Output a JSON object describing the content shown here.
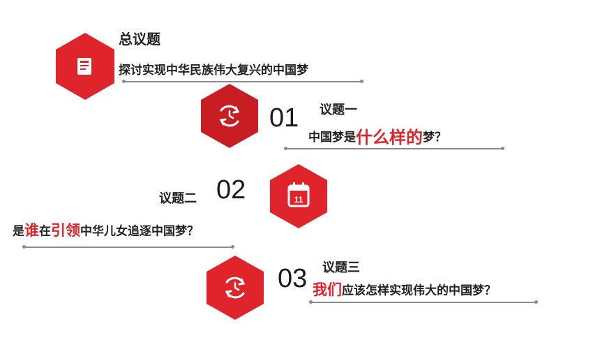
{
  "colors": {
    "accent": "#e0242b",
    "accent_dark": "#b5141c",
    "text": "#222222",
    "line": "#8a8a8a"
  },
  "main_topic": {
    "title": "总议题",
    "subtitle": "探讨实现中华民族伟大复兴的中国梦",
    "icon": "document-icon"
  },
  "topics": [
    {
      "number": "01",
      "label": "议题一",
      "question": {
        "pre": "中国梦是",
        "highlight": "什么样的",
        "post": "梦？"
      },
      "icon": "refresh-clock-icon"
    },
    {
      "number": "02",
      "label": "议题二",
      "question": {
        "p1": "是",
        "h1": "谁",
        "p2": "在",
        "h2": "引领",
        "p3": "中华儿女追逐中国梦？"
      },
      "icon": "calendar-icon",
      "icon_text": "11"
    },
    {
      "number": "03",
      "label": "议题三",
      "question": {
        "highlight": "我们",
        "post": "应该怎样实现伟大的中国梦？"
      },
      "icon": "refresh-clock-icon"
    }
  ]
}
